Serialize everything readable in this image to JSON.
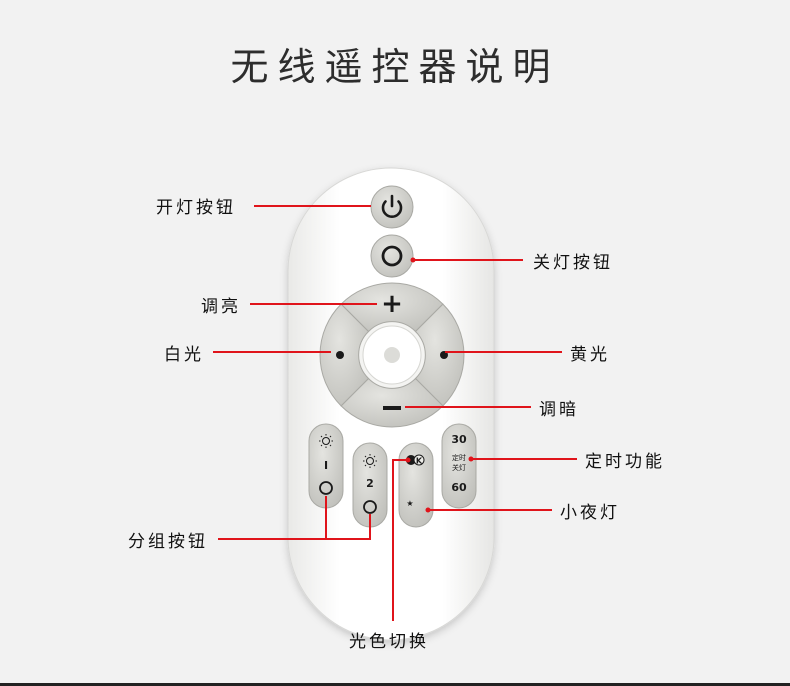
{
  "title": "无线遥控器说明",
  "labels": {
    "power_on": "开灯按钮",
    "power_off": "关灯按钮",
    "brighten": "调亮",
    "white_light": "白光",
    "yellow_light": "黄光",
    "dim": "调暗",
    "timer": "定时功能",
    "night_light": "小夜灯",
    "group": "分组按钮",
    "color_switch": "光色切换"
  },
  "buttons": {
    "plus": "+",
    "minus": "−",
    "group1_num": "I",
    "group2_num": "2",
    "timer_30": "30",
    "timer_mid1": "定时",
    "timer_mid2": "关灯",
    "timer_60": "60",
    "color_k": "K"
  },
  "colors": {
    "leader": "#e0141b",
    "button": "#d3d3cf"
  }
}
